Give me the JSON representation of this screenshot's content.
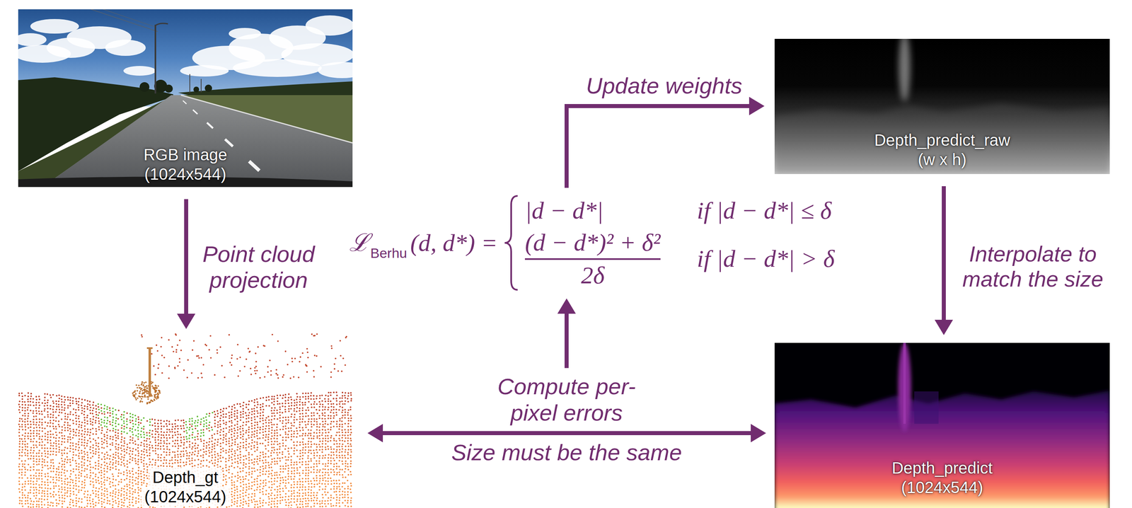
{
  "diagram": {
    "nodes": [
      {
        "text": [
          "RGB image",
          "(1024x544)"
        ]
      },
      {
        "text": [
          "Depth_predict_raw",
          "(w x h)"
        ]
      },
      {
        "text": [
          "ℒ",
          "Berhu",
          "(d, d*) =",
          "|d − d*|",
          "(d − d*)² + δ²",
          "2δ",
          "if |d − d*| ≤ δ",
          "if |d − d*| > δ"
        ]
      },
      {
        "text": [
          "Depth_gt",
          "(1024x544)"
        ]
      },
      {
        "text": [
          "Depth_predict",
          "(1024x544)"
        ]
      }
    ],
    "edges": [
      {
        "from": 0,
        "to": 3,
        "arrow": "to",
        "label": "Point cloud projection"
      },
      {
        "from": 2,
        "to": 1,
        "arrow": "to",
        "label": "Update weights"
      },
      {
        "from": 1,
        "to": 4,
        "arrow": "to",
        "label": "Interpolate to match the size"
      },
      {
        "from": 3,
        "to": 4,
        "arrow": "both",
        "label": "Compute per-pixel errors"
      }
    ],
    "labels": [
      "Size must be the same"
    ]
  }
}
